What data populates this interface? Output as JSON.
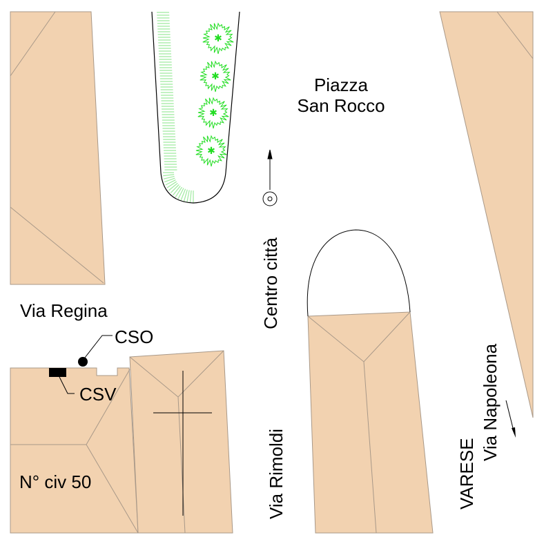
{
  "colors": {
    "building": "#f2d2b0",
    "building_edge": "#a89888",
    "vegetation": "#22dd22",
    "grass": "#9eea9e"
  },
  "labels": {
    "piazza_line1": "Piazza",
    "piazza_line2": "San Rocco",
    "centro": "Centro città",
    "via_regina": "Via Regina",
    "cso": "CSO",
    "csv": "CSV",
    "civico": "N° civ 50",
    "via_rimoldi": "Via Rimoldi",
    "varese": "VARESE",
    "via_napoleona": "Via Napoleona"
  }
}
